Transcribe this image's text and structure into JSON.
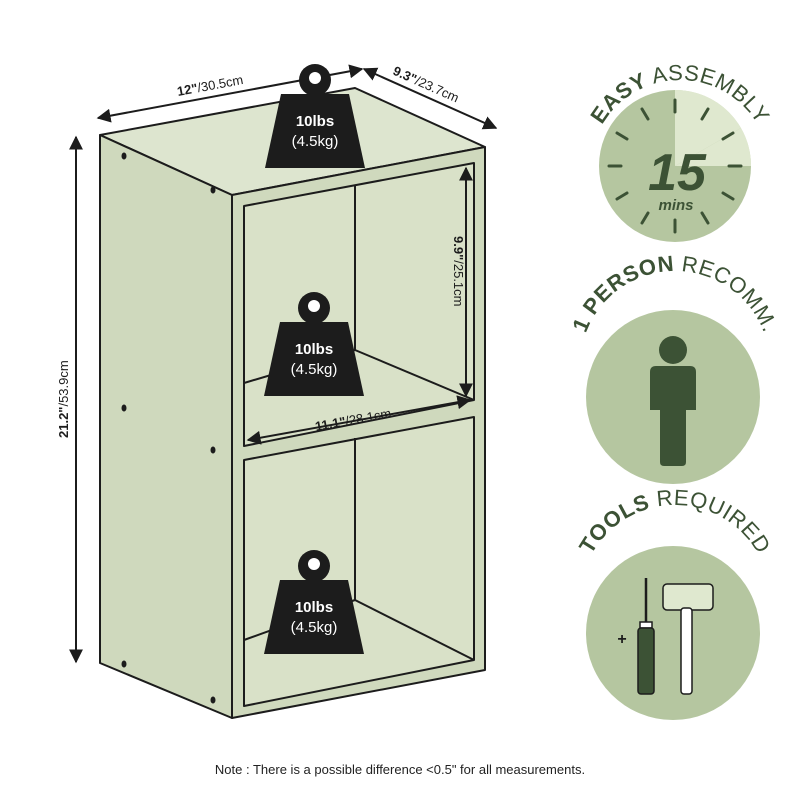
{
  "colors": {
    "panel": "#cfd9bd",
    "panel_light": "#dde5cf",
    "outline": "#1c1c1c",
    "badge_bg": "#b5c6a0",
    "badge_dark": "#3c5235",
    "badge_light": "#dfe8cf",
    "weight": "#1c1c1c",
    "white": "#ffffff"
  },
  "dimensions": {
    "width": {
      "in": "12\"",
      "cm": "/30.5cm"
    },
    "depth": {
      "in": "9.3\"",
      "cm": "/23.7cm"
    },
    "height": {
      "in": "21.2\"",
      "cm": "/53.9cm"
    },
    "cube_height": {
      "in": "9.9\"",
      "cm": "/25.1cm"
    },
    "cube_width": {
      "in": "11.1\"",
      "cm": "/28.1cm"
    }
  },
  "weights": [
    {
      "lbs": "10lbs",
      "kg": "(4.5kg)"
    },
    {
      "lbs": "10lbs",
      "kg": "(4.5kg)"
    },
    {
      "lbs": "10lbs",
      "kg": "(4.5kg)"
    }
  ],
  "badges": {
    "assembly": {
      "bold": "EASY",
      "normal": " ASSEMBLY",
      "number": "15",
      "unit": "mins",
      "icon": "clock-icon"
    },
    "person": {
      "bold": "1 PERSON",
      "normal": " RECOMM.",
      "icon": "person-icon"
    },
    "tools": {
      "bold": "TOOLS",
      "normal": " REQUIRED",
      "plus": "+",
      "icon": "tools-icon"
    }
  },
  "note": "Note : There is a possible difference <0.5\" for all measurements."
}
